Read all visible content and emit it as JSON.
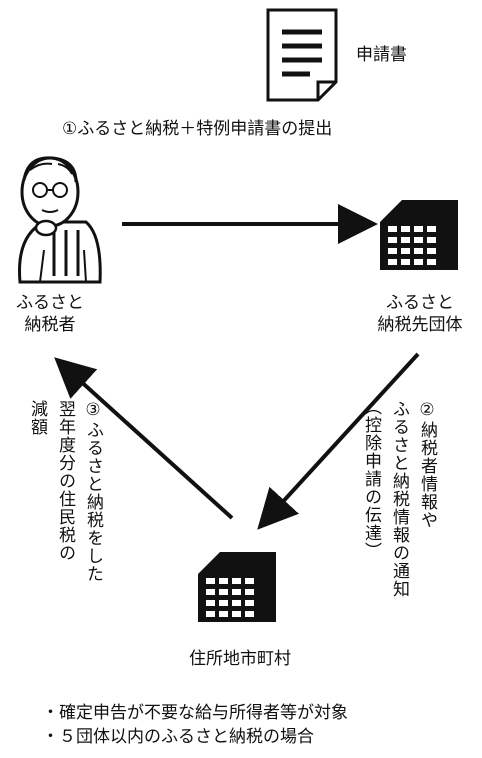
{
  "document_label": "申請書",
  "step1": "①ふるさと納税＋特例申請書の提出",
  "nodes": {
    "taxpayer": {
      "line1": "ふるさと",
      "line2": "納税者"
    },
    "donation_target": {
      "line1": "ふるさと",
      "line2": "納税先団体"
    },
    "municipality": {
      "label": "住所地市町村"
    }
  },
  "step2": {
    "col1": "②納税者情報や",
    "col2": "ふるさと納税情報の通知",
    "col3": "（控除申請の伝達）"
  },
  "step3": {
    "col1": "③ふるさと納税をした",
    "col2": "翌年度分の住民税の",
    "col3": "減額"
  },
  "notes": [
    "・確定申告が不要な給与所得者等が対象",
    "・５団体以内のふるさと納税の場合"
  ],
  "icons": {
    "document": "document-icon",
    "person": "thinking-person-icon",
    "building": "office-building-icon"
  }
}
